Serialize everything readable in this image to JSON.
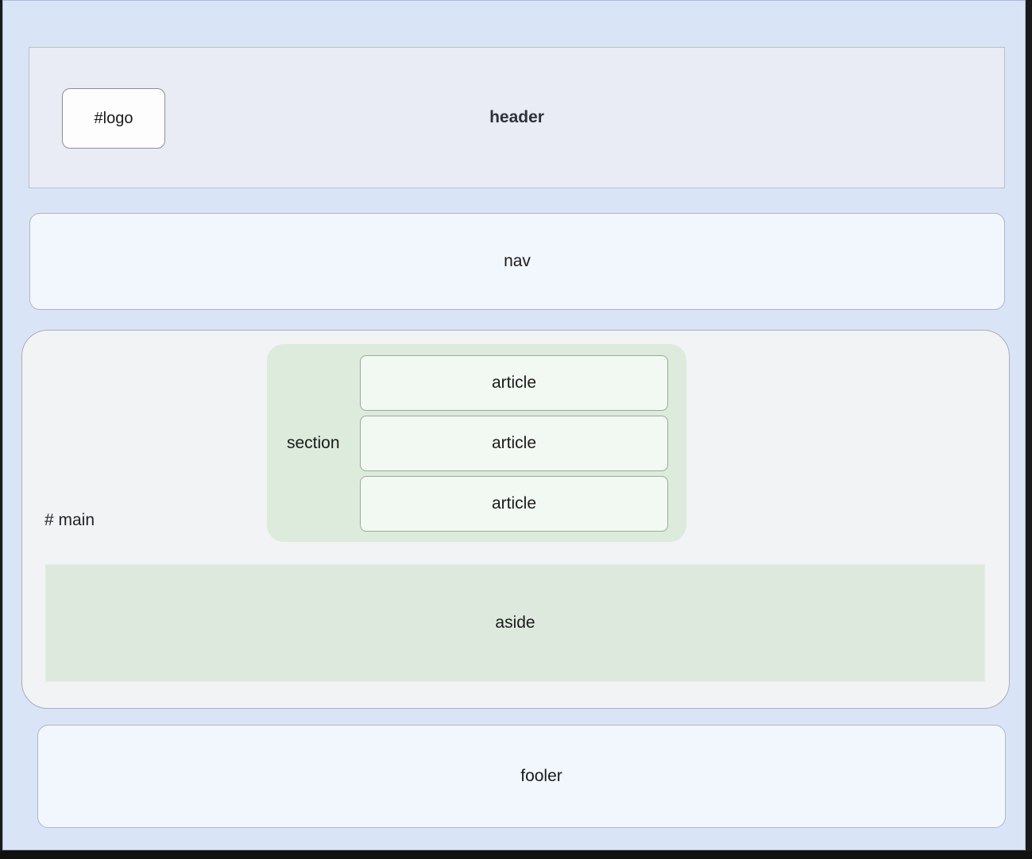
{
  "canvas": {
    "background_color": "#d9e5f7",
    "border_color": "#a8bcd8"
  },
  "header": {
    "label": "header",
    "logo_label": "#logo",
    "background_color": "#e9ecf5",
    "logo_background_color": "#fdfdfd"
  },
  "nav": {
    "label": "nav",
    "background_color": "#f2f6fd"
  },
  "main": {
    "label": "# main",
    "background_color": "#f2f3f5",
    "section": {
      "label": "section",
      "background_color": "#dcebdc",
      "articles": [
        {
          "label": "article"
        },
        {
          "label": "article"
        },
        {
          "label": "article"
        }
      ],
      "article_background_color": "#f2f8f2"
    },
    "aside": {
      "label": "aside",
      "background_color": "#dee9de"
    }
  },
  "footer": {
    "label": "fooler",
    "background_color": "#f2f6fd"
  }
}
